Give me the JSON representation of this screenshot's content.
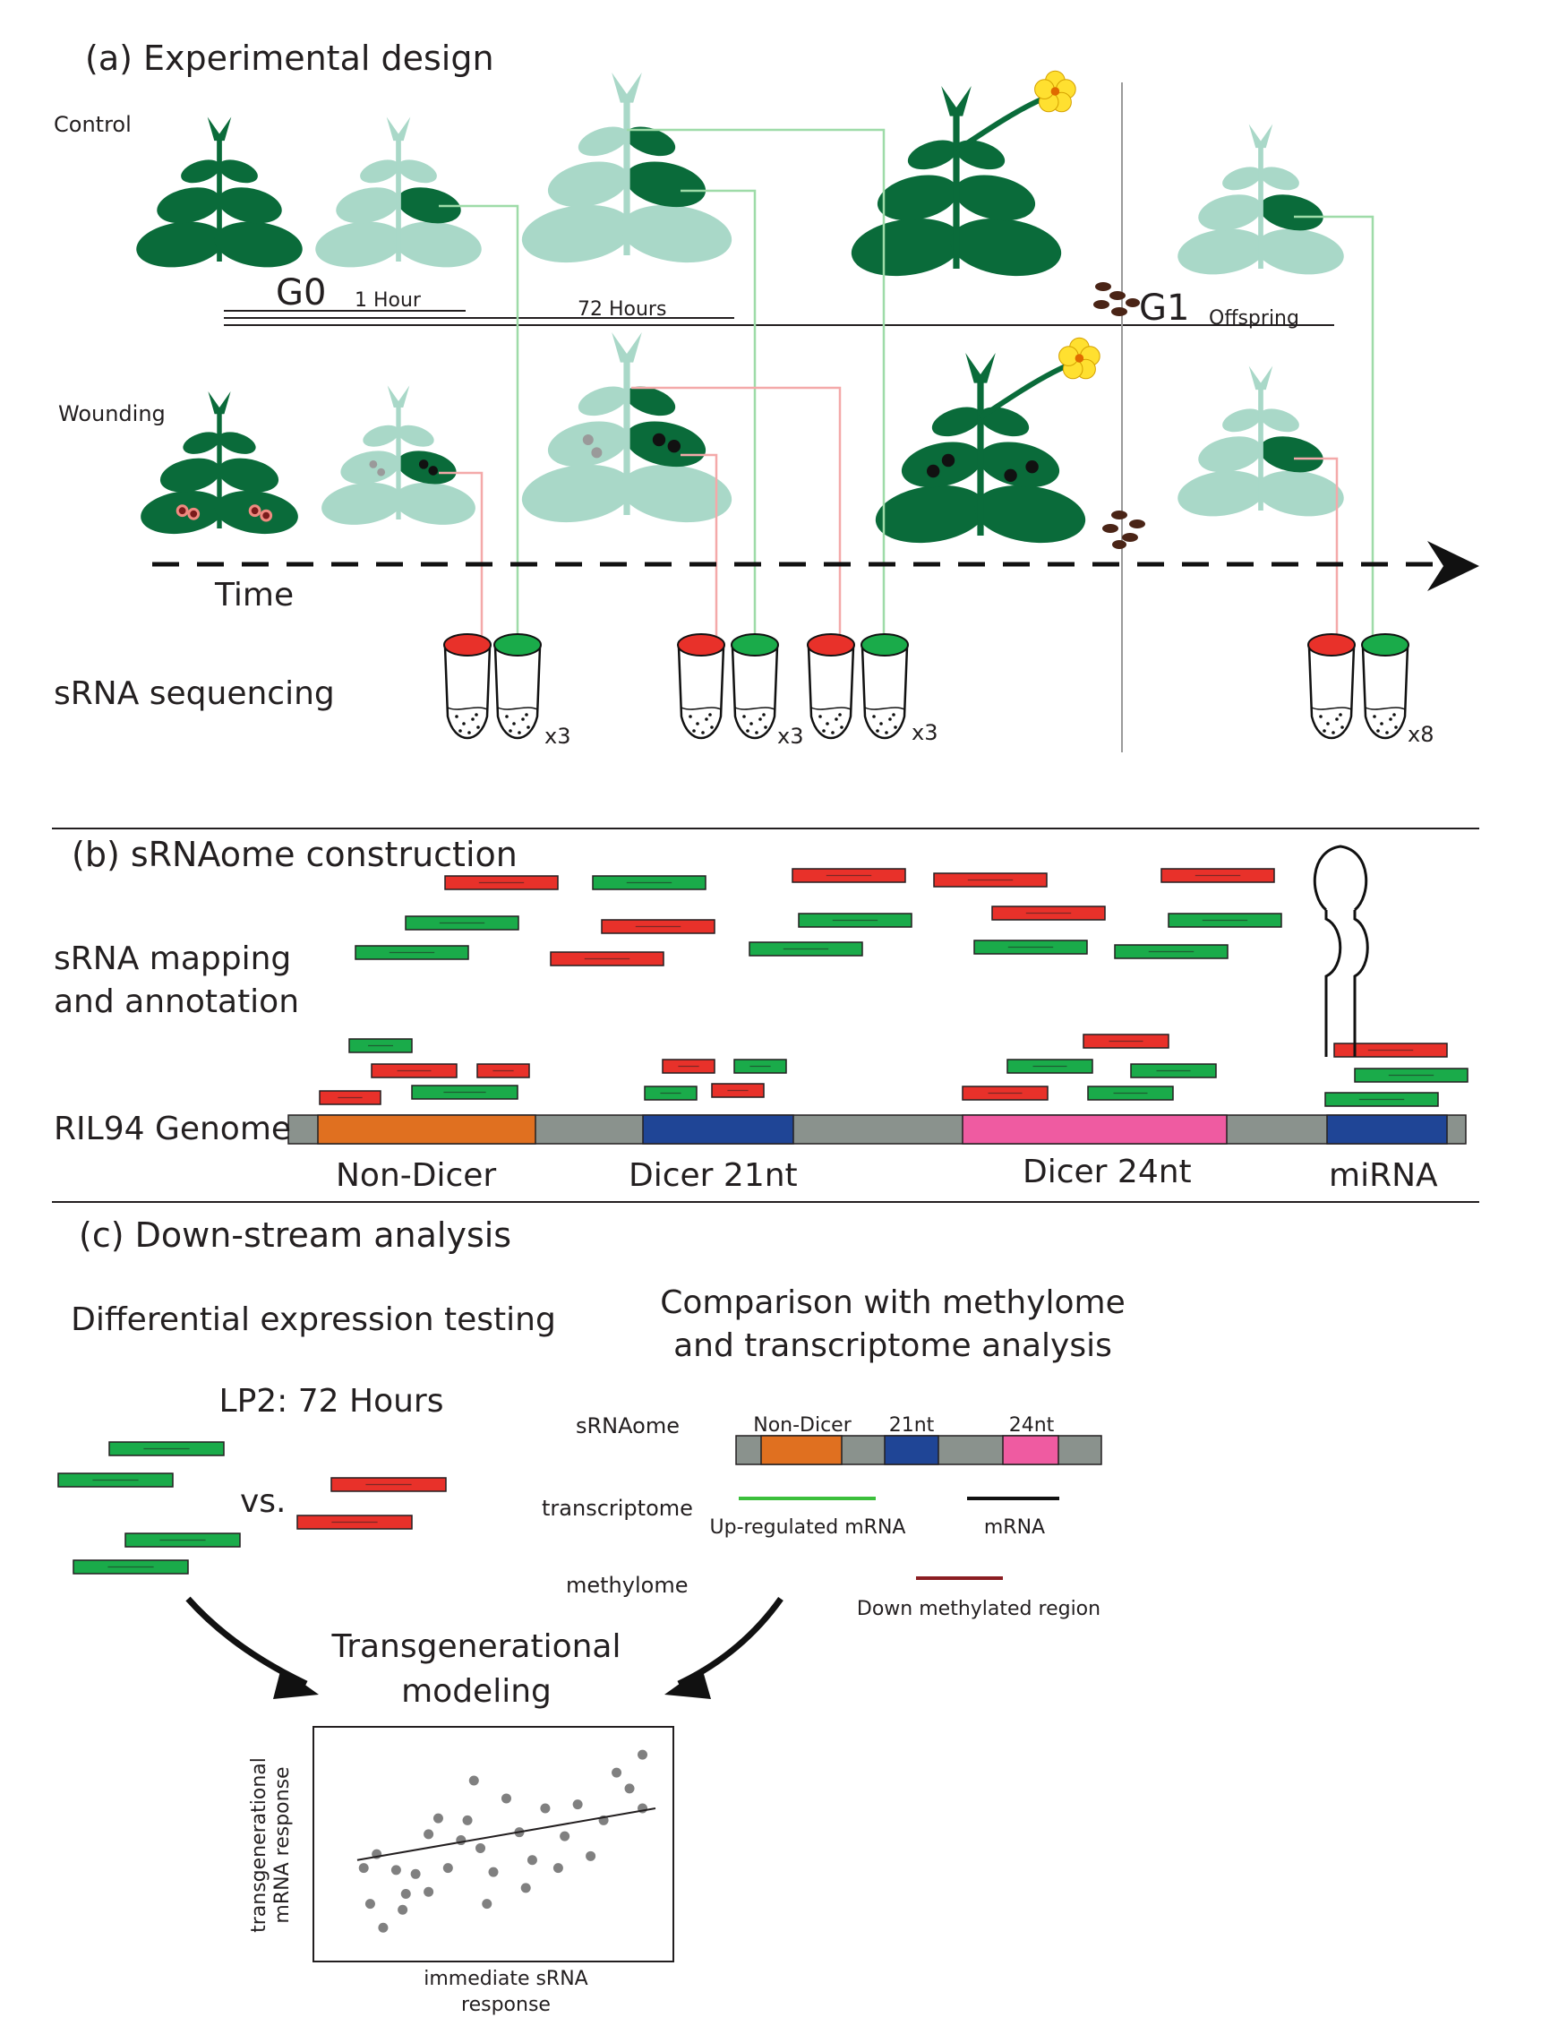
{
  "colors": {
    "plant_dark": "#0a6b3a",
    "plant_light": "#a9d8c8",
    "red": "#e8312a",
    "green": "#1aab4a",
    "gray": "#8a928d",
    "orange": "#e07020",
    "blue": "#1f4596",
    "pink": "#ef5ba1",
    "flower": "#ffe030",
    "seed": "#4a2416",
    "maroon": "#8b1e22",
    "link_green": "#9edba8",
    "link_red": "#f4a9a9"
  },
  "panel_a": {
    "title": "(a) Experimental design",
    "control": "Control",
    "wounding": "Wounding",
    "g0": "G0",
    "one_hour": "1 Hour",
    "seventy_two": "72 Hours",
    "g1": "G1",
    "offspring": "Offspring",
    "time": "Time",
    "srna_seq": "sRNA sequencing",
    "x3a": "x3",
    "x3b": "x3",
    "x3c": "x3",
    "x8": "x8"
  },
  "panel_b": {
    "title": "(b) sRNAome construction",
    "mapping_l1": "sRNA mapping",
    "mapping_l2": "and annotation",
    "genome": "RIL94 Genome",
    "non_dicer": "Non-Dicer",
    "dicer21": "Dicer 21nt",
    "dicer24": "Dicer 24nt",
    "mirna": "miRNA"
  },
  "panel_c": {
    "title": "(c) Down-stream analysis",
    "de_testing": "Differential expression testing",
    "comparison_l1": "Comparison with methylome",
    "comparison_l2": "and transcriptome analysis",
    "lp2": "LP2: 72 Hours",
    "vs": "vs.",
    "srnaome": "sRNAome",
    "non_dicer": "Non-Dicer",
    "nt21": "21nt",
    "nt24": "24nt",
    "transcriptome": "transcriptome",
    "up_mrna": "Up-regulated mRNA",
    "mrna": "mRNA",
    "methylome": "methylome",
    "down_meth": "Down methylated region",
    "modeling_l1": "Transgenerational",
    "modeling_l2": "modeling",
    "ylabel_l1": "transgenerational",
    "ylabel_l2": "mRNA response",
    "xlabel_l1": "immediate sRNA",
    "xlabel_l2": "response"
  },
  "scatter": {
    "points": [
      [
        0.12,
        0.2
      ],
      [
        0.16,
        0.08
      ],
      [
        0.1,
        0.38
      ],
      [
        0.14,
        0.45
      ],
      [
        0.2,
        0.37
      ],
      [
        0.23,
        0.25
      ],
      [
        0.26,
        0.35
      ],
      [
        0.3,
        0.55
      ],
      [
        0.33,
        0.63
      ],
      [
        0.36,
        0.38
      ],
      [
        0.4,
        0.52
      ],
      [
        0.42,
        0.62
      ],
      [
        0.46,
        0.48
      ],
      [
        0.5,
        0.36
      ],
      [
        0.54,
        0.73
      ],
      [
        0.58,
        0.56
      ],
      [
        0.62,
        0.42
      ],
      [
        0.66,
        0.68
      ],
      [
        0.72,
        0.54
      ],
      [
        0.76,
        0.7
      ],
      [
        0.84,
        0.62
      ],
      [
        0.88,
        0.86
      ],
      [
        0.92,
        0.78
      ],
      [
        0.96,
        0.95
      ],
      [
        0.22,
        0.17
      ],
      [
        0.3,
        0.26
      ],
      [
        0.48,
        0.2
      ],
      [
        0.6,
        0.28
      ],
      [
        0.7,
        0.38
      ],
      [
        0.8,
        0.44
      ],
      [
        0.44,
        0.82
      ],
      [
        0.96,
        0.68
      ]
    ],
    "trend": [
      [
        0.08,
        0.42
      ],
      [
        1.0,
        0.68
      ]
    ]
  }
}
